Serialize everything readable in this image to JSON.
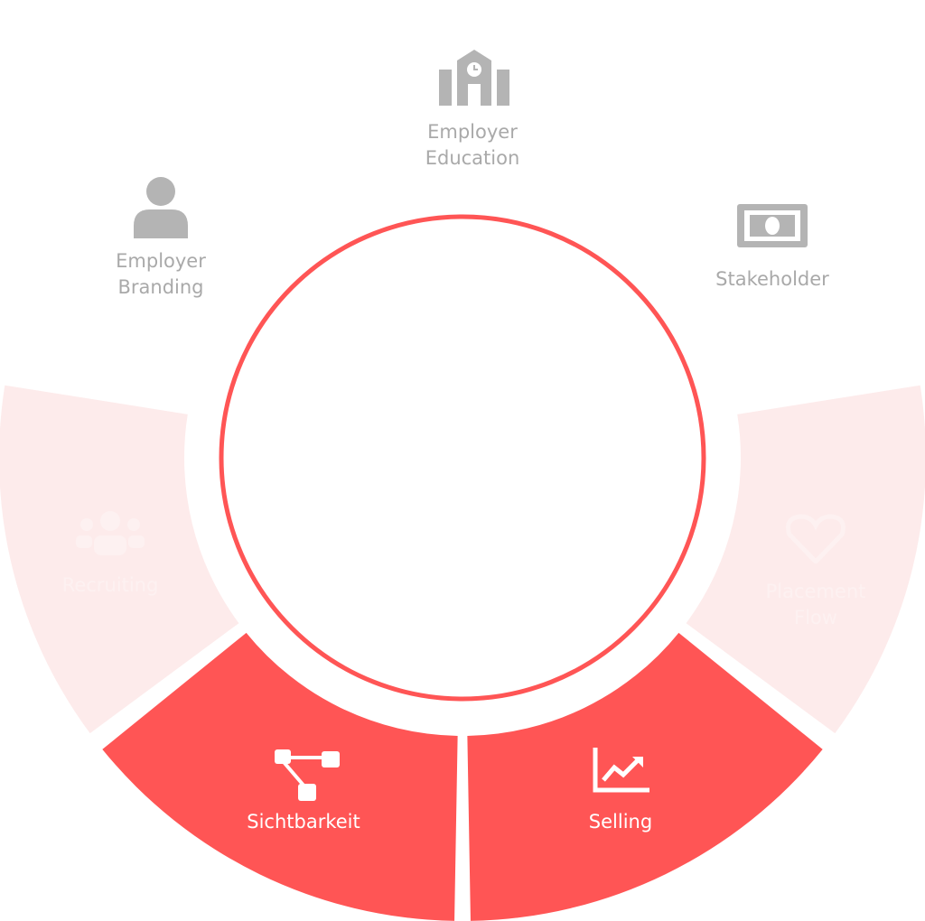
{
  "colors": {
    "accent": "#FF5555",
    "faint": "#FDEBEB",
    "gray": "#B4B4B4"
  },
  "items": [
    {
      "label_lines": [
        "Employer",
        "Education"
      ],
      "icon": "school-building-icon",
      "state": "inactive"
    },
    {
      "label_lines": [
        "Employer",
        "Branding"
      ],
      "icon": "person-icon",
      "state": "inactive"
    },
    {
      "label_lines": [
        "Stakeholder"
      ],
      "icon": "money-bill-icon",
      "state": "inactive"
    },
    {
      "label_lines": [
        "Recruiting"
      ],
      "icon": "group-icon",
      "state": "faint"
    },
    {
      "label_lines": [
        "Placement",
        "Flow"
      ],
      "icon": "heart-icon",
      "state": "faint"
    },
    {
      "label_lines": [
        "Sichtbarkeit"
      ],
      "icon": "flowchart-icon",
      "state": "active"
    },
    {
      "label_lines": [
        "Selling"
      ],
      "icon": "trending-chart-icon",
      "state": "active"
    }
  ]
}
